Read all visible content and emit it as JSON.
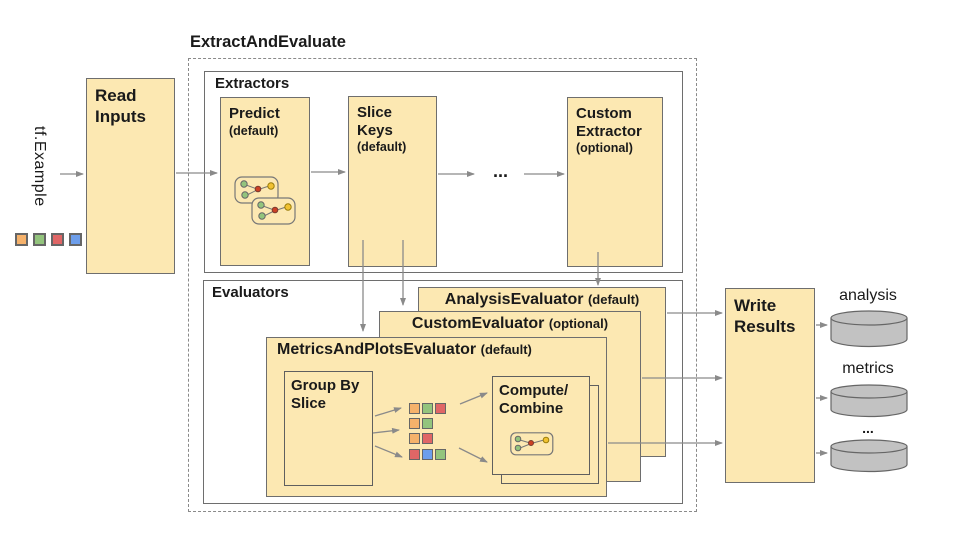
{
  "colors": {
    "box_fill": "#fce8b2",
    "box_border": "#6e6e6e",
    "arrow": "#8a8a8a",
    "cylinder_fill": "#c2c2c2",
    "square_colors": {
      "orange": "#f6b26b",
      "green": "#93c47d",
      "red": "#e06666",
      "blue": "#6d9eeb"
    }
  },
  "input": {
    "label": "tf.Example",
    "squares": [
      "orange",
      "green",
      "red",
      "blue"
    ]
  },
  "read_inputs": {
    "title": "Read Inputs"
  },
  "pipeline": {
    "title": "ExtractAndEvaluate"
  },
  "extractors": {
    "title": "Extractors",
    "predict_title": "Predict",
    "predict_subtitle": "(default)",
    "slice_title": "Slice Keys",
    "slice_subtitle": "(default)",
    "ellipsis": "...",
    "custom_title": "Custom Extractor",
    "custom_subtitle": "(optional)"
  },
  "evaluators": {
    "title": "Evaluators",
    "analysis_title": "AnalysisEvaluator",
    "analysis_subtitle": "(default)",
    "custom_title": "CustomEvaluator",
    "custom_subtitle": "(optional)",
    "metrics_title": "MetricsAndPlotsEvaluator",
    "metrics_subtitle": "(default)",
    "group_title": "Group By Slice",
    "compute_title": "Compute/ Combine",
    "slice_rows": [
      [
        "orange",
        "green",
        "red"
      ],
      [
        "orange",
        "green"
      ],
      [
        "orange",
        "red"
      ],
      [
        "red",
        "blue",
        "green"
      ]
    ]
  },
  "write_results": {
    "title": "Write Results"
  },
  "outputs": [
    {
      "label": "analysis"
    },
    {
      "label": "metrics"
    },
    {
      "label": "..."
    }
  ]
}
